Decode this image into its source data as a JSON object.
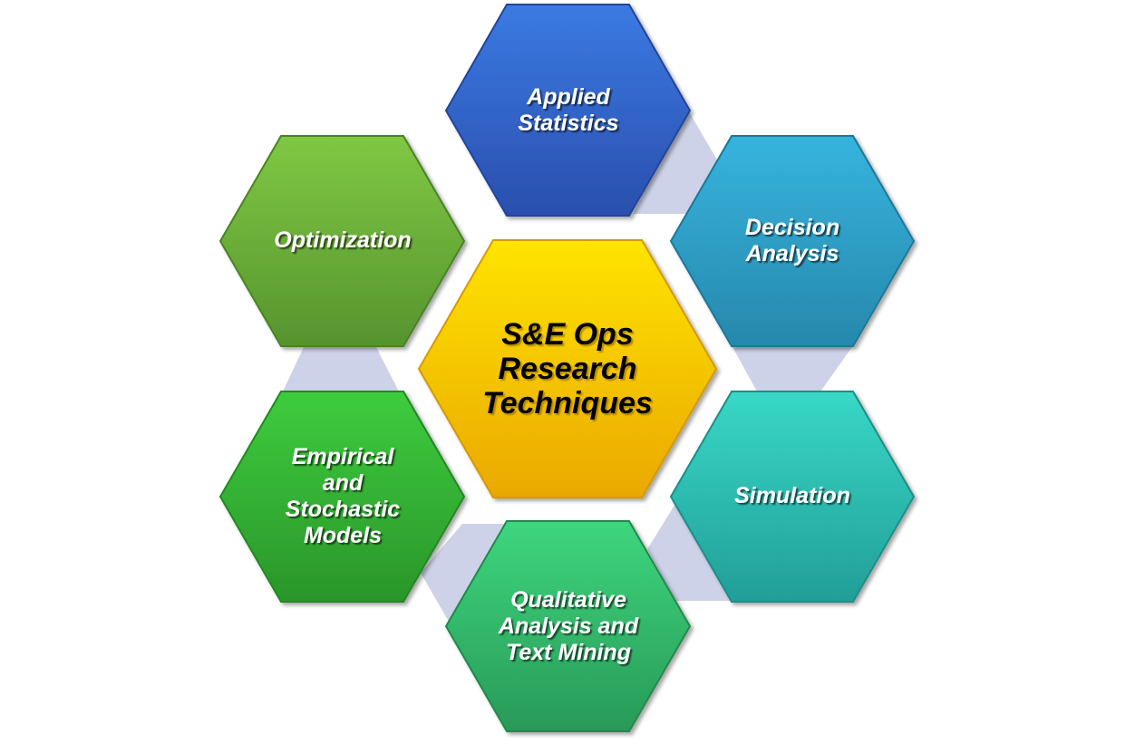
{
  "center": {
    "lines": [
      "S&E Ops",
      "Research",
      "Techniques"
    ],
    "color": "#f5c800"
  },
  "nodes": [
    {
      "id": "applied-statistics",
      "lines": [
        "Applied",
        "Statistics"
      ],
      "color": "#3366cc"
    },
    {
      "id": "decision-analysis",
      "lines": [
        "Decision",
        "Analysis"
      ],
      "color": "#2ea3cc"
    },
    {
      "id": "simulation",
      "lines": [
        "Simulation"
      ],
      "color": "#2cc4b4"
    },
    {
      "id": "qualitative-analysis",
      "lines": [
        "Qualitative",
        "Analysis and",
        "Text Mining"
      ],
      "color": "#33c070"
    },
    {
      "id": "empirical-models",
      "lines": [
        "Empirical",
        "and",
        "Stochastic",
        "Models"
      ],
      "color": "#33b533"
    },
    {
      "id": "optimization",
      "lines": [
        "Optimization"
      ],
      "color": "#6aae38"
    }
  ],
  "connector_color": "#cdd2e8"
}
